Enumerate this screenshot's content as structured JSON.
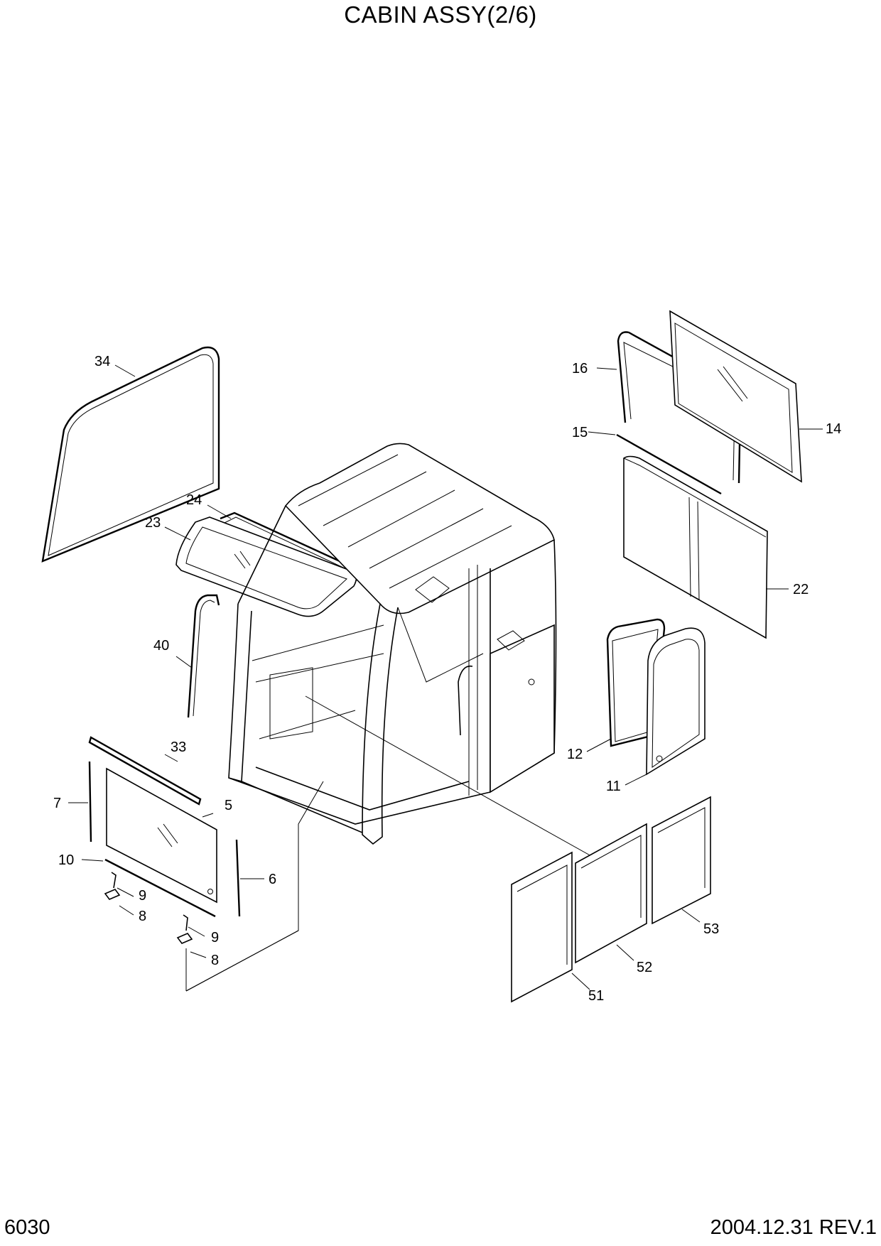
{
  "title": "CABIN ASSY(2/6)",
  "page_number": "6030",
  "revision": "2004.12.31  REV.1",
  "part_labels": {
    "p5": "5",
    "p6": "6",
    "p7": "7",
    "p8a": "8",
    "p8b": "8",
    "p9a": "9",
    "p9b": "9",
    "p10": "10",
    "p11": "11",
    "p12": "12",
    "p14": "14",
    "p15": "15",
    "p16": "16",
    "p22": "22",
    "p23": "23",
    "p24": "24",
    "p33": "33",
    "p34": "34",
    "p40": "40",
    "p51": "51",
    "p52": "52",
    "p53": "53"
  }
}
